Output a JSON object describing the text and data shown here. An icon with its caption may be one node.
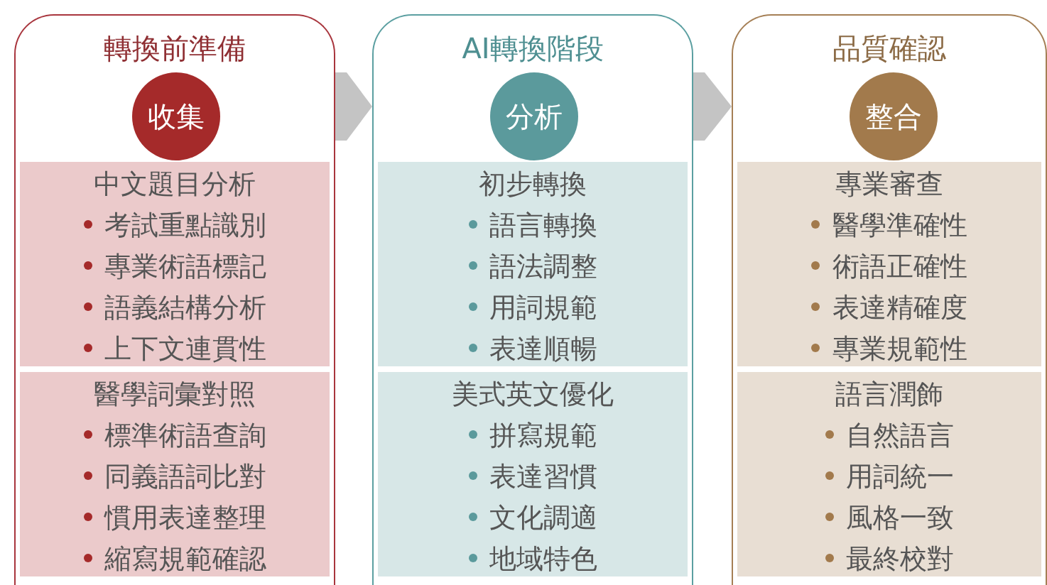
{
  "diagram": {
    "nodes": [
      {
        "text": [
          "轉換前準備"
        ]
      },
      {
        "text": [
          "收集"
        ],
        "in": 0
      },
      {
        "text": [
          "中文題目分析",
          "考試重點識別",
          "專業術語標記",
          "語義結構分析",
          "上下文連貫性"
        ],
        "in": 0
      },
      {
        "text": [
          "醫學詞彙對照",
          "標準術語查詢",
          "同義語詞比對",
          "慣用表達整理",
          "縮寫規範確認"
        ],
        "in": 0
      },
      {
        "text": [
          "AI轉換階段"
        ]
      },
      {
        "text": [
          "分析"
        ],
        "in": 4
      },
      {
        "text": [
          "初步轉換",
          "語言轉換",
          "語法調整",
          "用詞規範",
          "表達順暢"
        ],
        "in": 4
      },
      {
        "text": [
          "美式英文優化",
          "拼寫規範",
          "表達習慣",
          "文化調適",
          "地域特色"
        ],
        "in": 4
      },
      {
        "text": [
          "品質確認"
        ]
      },
      {
        "text": [
          "整合"
        ],
        "in": 8
      },
      {
        "text": [
          "專業審查",
          "醫學準確性",
          "術語正確性",
          "表達精確度",
          "專業規範性"
        ],
        "in": 8
      },
      {
        "text": [
          "語言潤飾",
          "自然語言",
          "用詞統一",
          "風格一致",
          "最終校對"
        ],
        "in": 8
      }
    ],
    "edges": [
      {
        "from": 0,
        "to": 4,
        "arrow": "to"
      },
      {
        "from": 4,
        "to": 8,
        "arrow": "to"
      }
    ]
  }
}
